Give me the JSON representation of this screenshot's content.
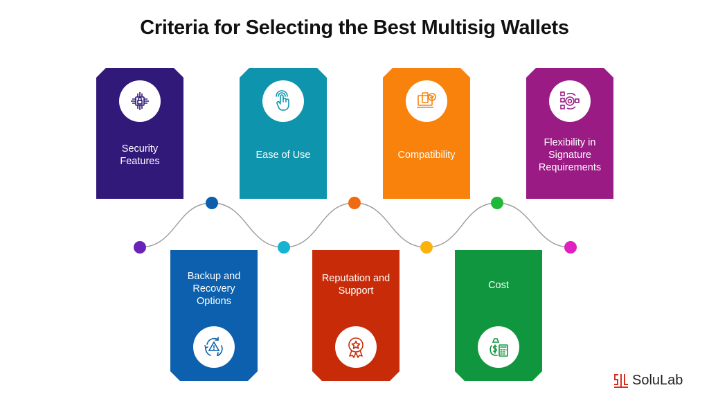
{
  "title": "Criteria for Selecting the Best Multisig Wallets",
  "colors": {
    "security": "#31197a",
    "ease": "#0e94ad",
    "compat": "#f8820b",
    "flex": "#9a1b84",
    "backup": "#0c60ad",
    "reputation": "#c72b08",
    "cost": "#0f963e",
    "wave": "#9a9a9a",
    "logo": "#d32f1f"
  },
  "criteria": {
    "security": {
      "label": "Security Features",
      "icon": "chip-lock-icon"
    },
    "ease": {
      "label": "Ease of Use",
      "icon": "touch-hand-icon"
    },
    "compat": {
      "label": "Compatibility",
      "icon": "devices-check-icon"
    },
    "flex": {
      "label": "Flexibility in Signature Requirements",
      "icon": "target-checklist-icon"
    },
    "backup": {
      "label": "Backup and Recovery Options",
      "icon": "recovery-cycle-icon"
    },
    "reputation": {
      "label": "Reputation and Support",
      "icon": "award-badge-icon"
    },
    "cost": {
      "label": "Cost",
      "icon": "money-calculator-icon"
    }
  },
  "dots": [
    "#6a23b8",
    "#0c60ad",
    "#17b3d2",
    "#f06a12",
    "#fbb20b",
    "#20b838",
    "#e21fbf"
  ],
  "brand": {
    "name": "SoluLab",
    "icon": "solulab-logo-icon"
  }
}
